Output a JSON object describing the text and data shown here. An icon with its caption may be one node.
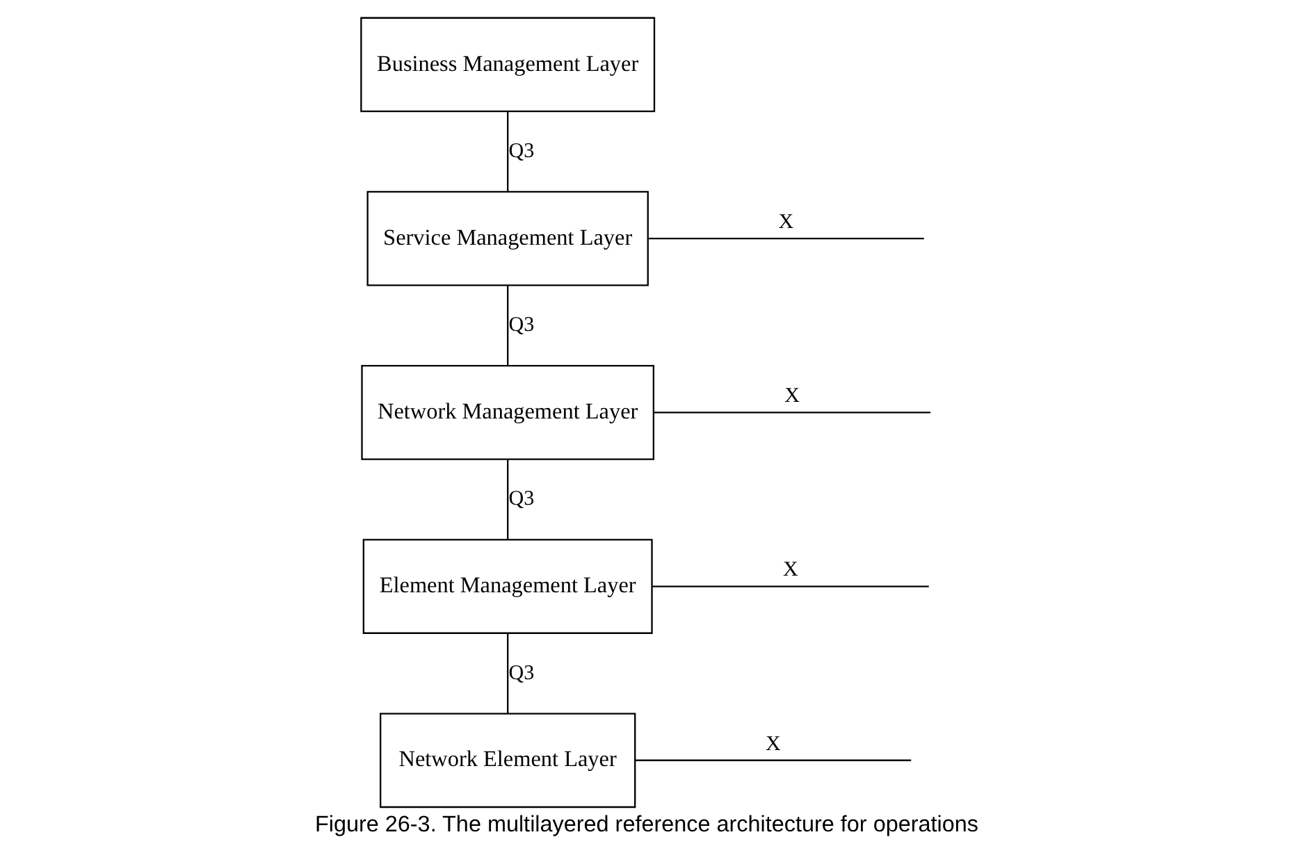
{
  "diagram": {
    "caption": "Figure 26-3. The multilayered reference architecture for operations",
    "nodes": [
      {
        "text": [
          "Business Management Layer"
        ]
      },
      {
        "text": [
          "Service Management Layer"
        ]
      },
      {
        "text": [
          "Network Management Layer"
        ]
      },
      {
        "text": [
          "Element Management Layer"
        ]
      },
      {
        "text": [
          "Network Element Layer"
        ]
      }
    ],
    "edges": [
      {
        "from": 0,
        "to": 1,
        "arrow": "none",
        "label": "Q3"
      },
      {
        "from": 1,
        "to": null,
        "arrow": "none",
        "label": "X"
      },
      {
        "from": 1,
        "to": 2,
        "arrow": "none",
        "label": "Q3"
      },
      {
        "from": 2,
        "to": null,
        "arrow": "none",
        "label": "X"
      },
      {
        "from": 2,
        "to": 3,
        "arrow": "none",
        "label": "Q3"
      },
      {
        "from": 3,
        "to": null,
        "arrow": "none",
        "label": "X"
      },
      {
        "from": 3,
        "to": 4,
        "arrow": "none",
        "label": "Q3"
      },
      {
        "from": 4,
        "to": null,
        "arrow": "none",
        "label": "X"
      }
    ]
  }
}
